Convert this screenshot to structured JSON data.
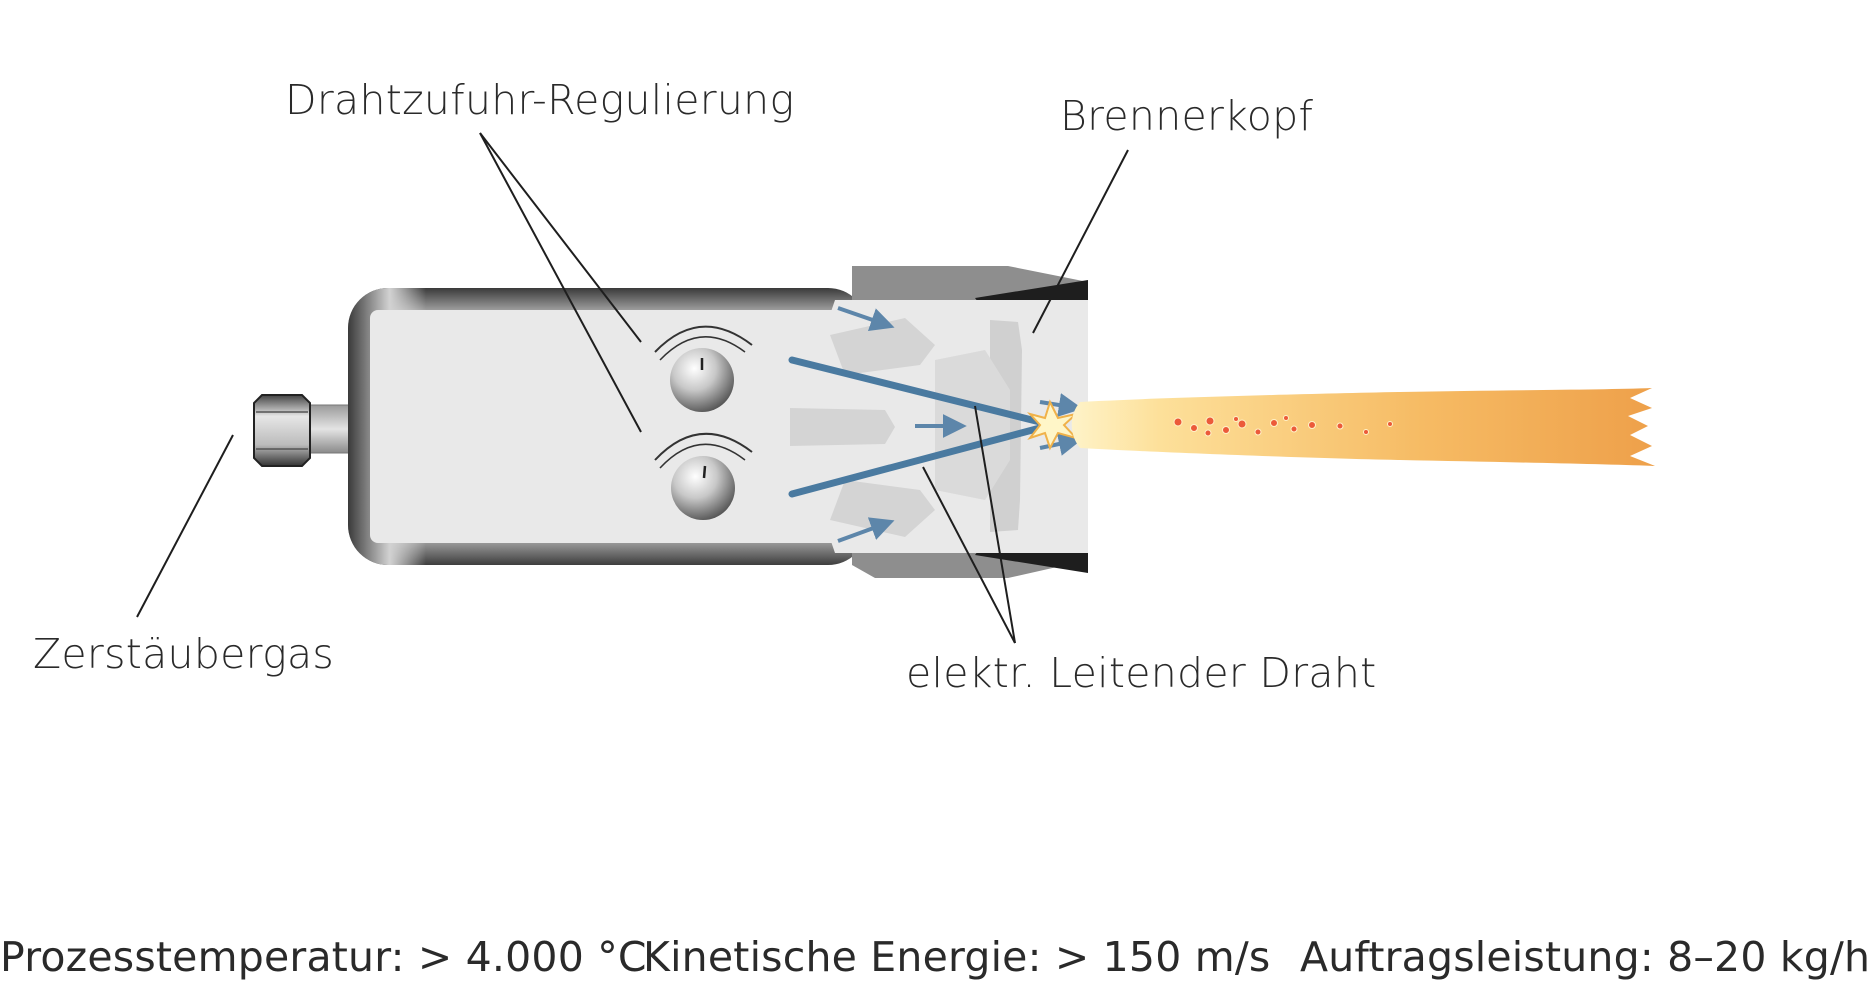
{
  "labels": {
    "wire_feed": "Drahtzufuhr-Regulierung",
    "burner_head": "Brennerkopf",
    "atomizer_gas": "Zerstäubergas",
    "wire": "elektr. Leitender Draht"
  },
  "footer": {
    "temperature": "Prozesstemperatur: > 4.000 °C",
    "energy": "Kinetische Energie: > 150 m/s",
    "output": "Auftragsleistung: 8–20 kg/h"
  },
  "colors": {
    "wire": "#4a7aa0",
    "flame_light": "#fde9a8",
    "flame_dark": "#eea04a",
    "head_dark": "#1e1e1e",
    "body_light": "#e8e8e8"
  }
}
